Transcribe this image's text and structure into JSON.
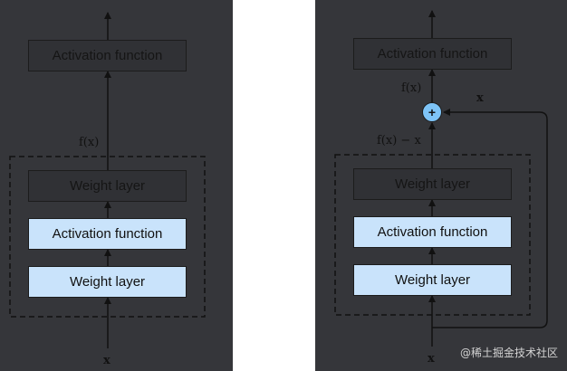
{
  "left": {
    "activation_top": "Activation function",
    "weight_top": "Weight layer",
    "activation_mid": "Activation function",
    "weight_bottom": "Weight layer",
    "fx_label": "f(x)",
    "x_label": "x"
  },
  "right": {
    "activation_top": "Activation function",
    "weight_top": "Weight layer",
    "activation_mid": "Activation function",
    "weight_bottom": "Weight layer",
    "fx_label": "f(x)",
    "fx_minus_x_label": "f(x) − x",
    "skip_x_label": "x",
    "x_label": "x",
    "plus_symbol": "+"
  },
  "watermark": "@稀土掘金技术社区",
  "colors": {
    "panel_bg": "#35363a",
    "light_box": "#c9e3fb",
    "plus_circle": "#7ec4f7",
    "line": "#111111"
  }
}
